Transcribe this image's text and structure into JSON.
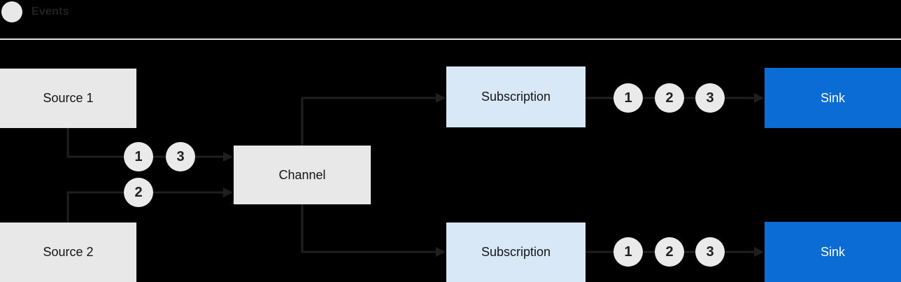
{
  "legend": {
    "label": "Events",
    "circle_color": "#e8e8e8"
  },
  "colors": {
    "background": "#000000",
    "box_gray": "#e8e8e8",
    "box_light_blue": "#d9e8f7",
    "box_blue": "#0a6cd4",
    "line": "#1f1f1f",
    "text_dark": "#151515",
    "text_on_blue": "#ffffff",
    "divider": "#e0e0e0",
    "event_badge": "#eaeaea"
  },
  "nodes": {
    "source1": {
      "label": "Source 1"
    },
    "source2": {
      "label": "Source 2"
    },
    "channel": {
      "label": "Channel"
    },
    "subscription_top": {
      "label": "Subscription"
    },
    "subscription_bottom": {
      "label": "Subscription"
    },
    "sink_top": {
      "label": "Sink"
    },
    "sink_bottom": {
      "label": "Sink"
    }
  },
  "events": {
    "source1_to_channel": [
      "1",
      "3"
    ],
    "source2_to_channel": [
      "2"
    ],
    "subscription_top_to_sink": [
      "1",
      "2",
      "3"
    ],
    "subscription_bottom_to_sink": [
      "1",
      "2",
      "3"
    ]
  }
}
